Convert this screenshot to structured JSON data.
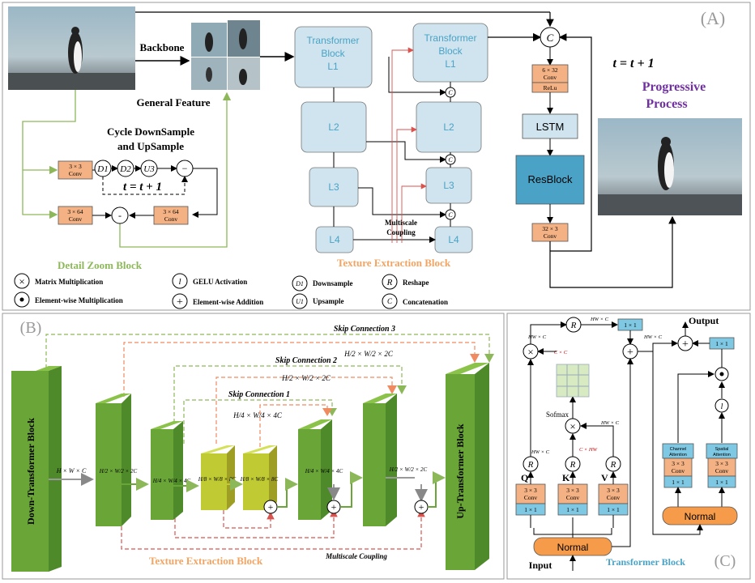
{
  "panel_a": {
    "tag": "(A)",
    "backbone": "Backbone",
    "general_feature": "General Feature",
    "cycle_title_1": "Cycle DownSample",
    "cycle_title_2": "and UpSample",
    "conv_3x3": [
      "3 × 3",
      "Conv"
    ],
    "d1": "D1",
    "d2": "D2",
    "u3": "U3",
    "minus": "−",
    "loop_text": "t = t + 1",
    "conv_3x64_a": [
      "3 × 64",
      "Conv"
    ],
    "conv_3x64_b": [
      "3 × 64",
      "Conv"
    ],
    "detail_zoom": "Detail Zoom Block",
    "tb_title": [
      "Transformer",
      "Block",
      "L1"
    ],
    "tb2_title": [
      "Transformer",
      "Block",
      "L1"
    ],
    "l2": "L2",
    "l3": "L3",
    "l4": "L4",
    "c": "C",
    "multiscale": [
      "Multiscale",
      "Coupling"
    ],
    "texture": "Texture Extraction Block",
    "conv_6x32": [
      "6 × 32",
      "Conv"
    ],
    "relu": "ReLu",
    "lstm": "LSTM",
    "resblock": "ResBlock",
    "conv_32x3": [
      "32 × 3",
      "Conv"
    ],
    "t_update": "t = t + 1",
    "progressive": [
      "Progressive",
      "Process"
    ],
    "legend": {
      "matrix": "Matrix Multiplication",
      "elementwise_mul": "Element-wise Multiplication",
      "gelu": "GELU Activation",
      "elementwise_add": "Element-wise Addition",
      "downsample": "Downsample",
      "upsample": "Upsample",
      "reshape": "Reshape",
      "concat": "Concatenation",
      "d1": "D1",
      "u1": "U1",
      "r": "R",
      "c": "C"
    }
  },
  "panel_b": {
    "tag": "(B)",
    "skip1": "Skip Connection 1",
    "skip2": "Skip Connection 2",
    "skip3": "Skip Connection 3",
    "down_block": "Down-Transformer Block",
    "up_block": "Up-Transformer Block",
    "texture": "Texture Extraction Block",
    "multiscale": "Multiscale Coupling",
    "dim_hw": "H × W × C",
    "dim_2c": "H/2 × W/2 × 2C",
    "dim_4c": "H/4 × W/4 × 4C",
    "dim_8c": "H/8 × W/8 × 8C"
  },
  "panel_c": {
    "tag": "(C)",
    "output": "Output",
    "input": "Input",
    "transformer_block": "Transformer Block",
    "hwc": "HW × C",
    "cc": "C × C",
    "chw": "C × HW",
    "softmax": "Sofmax",
    "q": "Q",
    "k": "K",
    "v": "V",
    "conv3": [
      "3 × 3",
      "Conv"
    ],
    "one": "1 × 1",
    "normal": "Normal",
    "channel_att": [
      "Channel",
      "Attention"
    ],
    "spatial_att": [
      "Spatial",
      "Attention"
    ],
    "r": "R"
  },
  "colors": {
    "block_blue": "#cfe4ee",
    "conv_orange": "#f4b183",
    "green": "#70ad47",
    "texture_orange": "#f4a460",
    "title_purple": "#7030a0"
  }
}
